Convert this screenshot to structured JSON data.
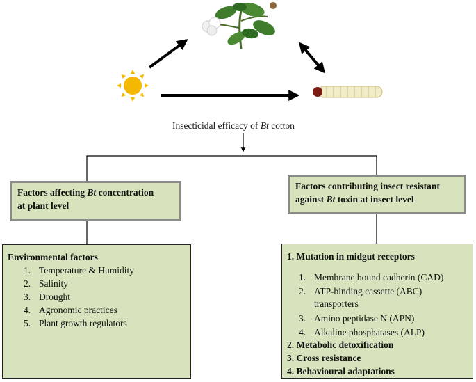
{
  "center_label": {
    "pre": "Insecticidal efficacy of ",
    "italic": "Bt",
    "post": " cotton"
  },
  "left_header": {
    "line1_pre": "Factors affecting ",
    "line1_italic": "Bt",
    "line1_post": " concentration",
    "line2": "at plant level"
  },
  "right_header": {
    "line1": "Factors contributing insect resistant",
    "line2_pre": "against ",
    "line2_italic": "Bt",
    "line2_post": " toxin at insect level"
  },
  "left_box": {
    "title": "Environmental factors",
    "items": [
      {
        "num": "1.",
        "text": "Temperature & Humidity"
      },
      {
        "num": "2.",
        "text": "Salinity"
      },
      {
        "num": "3.",
        "text": "Drought"
      },
      {
        "num": "4.",
        "text": "Agronomic practices"
      },
      {
        "num": "5.",
        "text": "Plant growth regulators"
      }
    ]
  },
  "right_box": {
    "heading1": "1. Mutation in midgut receptors",
    "sub_items": [
      {
        "num": "1.",
        "text": "Membrane bound cadherin (CAD)"
      },
      {
        "num": "2.",
        "text": "ATP-binding cassette (ABC)"
      },
      {
        "num": "",
        "text": "transporters"
      },
      {
        "num": "3.",
        "text": "Amino peptidase N (APN)"
      },
      {
        "num": "4.",
        "text": "Alkaline phosphatases (ALP)"
      }
    ],
    "heading2": "2. Metabolic detoxification",
    "heading3": "3. Cross resistance",
    "heading4": "4. Behavioural adaptations"
  },
  "icons": {
    "sun": "sun-icon",
    "plant": "cotton-plant-icon",
    "larva": "larva-icon"
  },
  "colors": {
    "box_fill": "#d6e3bc",
    "sun": "#f5b800",
    "leaf": "#3f7d2c"
  }
}
